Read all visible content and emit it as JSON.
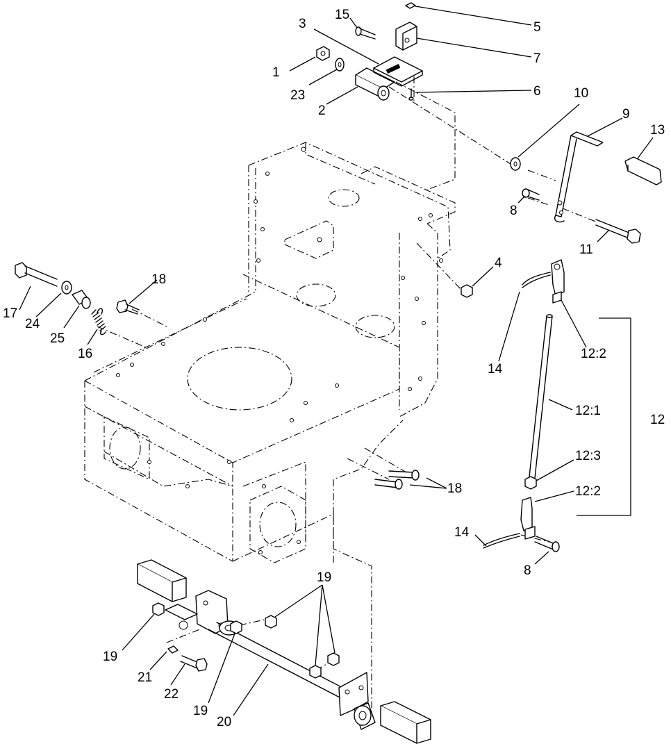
{
  "callouts": {
    "c1": "1",
    "c2": "2",
    "c3": "3",
    "c4": "4",
    "c5": "5",
    "c6": "6",
    "c7": "7",
    "c8a": "8",
    "c8b": "8",
    "c9": "9",
    "c10": "10",
    "c11": "11",
    "c12": "12",
    "c12_1": "12:1",
    "c12_2a": "12:2",
    "c12_2b": "12:2",
    "c12_3": "12:3",
    "c13": "13",
    "c14a": "14",
    "c14b": "14",
    "c15": "15",
    "c16": "16",
    "c17": "17",
    "c18a": "18",
    "c18b": "18",
    "c19a": "19",
    "c19b": "19",
    "c19c": "19",
    "c20": "20",
    "c21": "21",
    "c22": "22",
    "c23": "23",
    "c24": "24",
    "c25": "25"
  },
  "colors": {
    "line": "#000000",
    "background": "#ffffff"
  }
}
